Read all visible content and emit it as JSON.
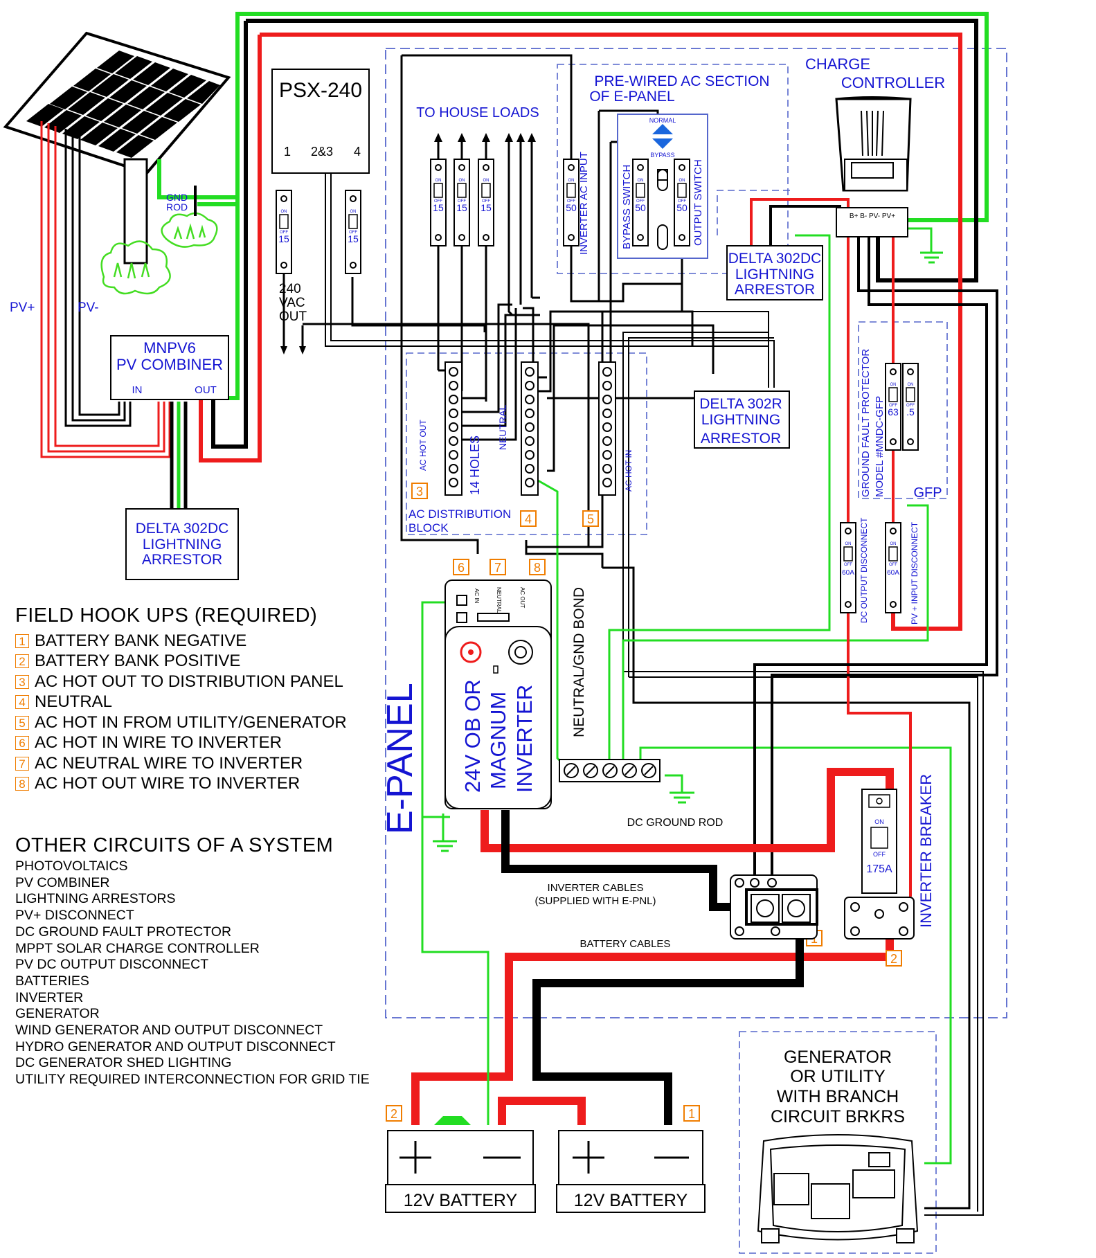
{
  "labels": {
    "psx": "PSX-240",
    "psx_t1": "1",
    "psx_t23": "2&3",
    "psx_t4": "4",
    "vac_240": "240",
    "vac_vac": "VAC",
    "vac_out": "OUT",
    "gnd": "GND",
    "rod": "ROD",
    "pv_plus": "PV+",
    "pv_minus": "PV-",
    "combiner_1": "MNPV6",
    "combiner_2": "PV COMBINER",
    "combiner_in": "IN",
    "combiner_out": "OUT",
    "arrestor_dc_1": "DELTA 302DC",
    "arrestor_2": "LIGHTNING",
    "arrestor_3": "ARRESTOR",
    "arrestor_r_1": "DELTA 302R",
    "house_loads": "TO HOUSE LOADS",
    "prewired_1": "PRE-WIRED AC SECTION",
    "prewired_2": "OF E-PANEL",
    "normal": "NORMAL",
    "bypass": "BYPASS",
    "charge_1": "CHARGE",
    "charge_2": "CONTROLLER",
    "cc_terminals": "B+ B- PV- PV+",
    "inv_ac_input": "INVERTER AC INPUT",
    "bypass_switch": "BYPASS SWITCH",
    "output_switch": "OUTPUT SWITCH",
    "ac_hot_out": "AC HOT OUT",
    "holes_14": "14 HOLES",
    "neutral": "NEUTRAL",
    "ac_hot_in": "AC HOT IN",
    "ac_dist_1": "AC DISTRIBUTION",
    "ac_dist_2": "BLOCK",
    "gfp_side_1": "GROUND FAULT PROTECTOR",
    "gfp_side_2": "MODEL #MNDC-GFP",
    "gfp": "GFP",
    "dc_out_disc": "DC OUTPUT DISCONNECT",
    "pv_in_disc": "PV + INPUT DISCONNECT",
    "ac_in": "AC IN",
    "neutral_small": "NEUTRAL",
    "ac_out": "AC OUT",
    "inv_1": "24V OB OR",
    "inv_2": "MAGNUM",
    "inv_3": "INVERTER",
    "neutral_gnd_bond": "NEUTRAL/GND BOND",
    "e_panel": "E-PANEL",
    "dc_ground_rod": "DC GROUND ROD",
    "inv_cables_1": "INVERTER CABLES",
    "inv_cables_2": "(SUPPLIED WITH E-PNL)",
    "battery_cables": "BATTERY CABLES",
    "inverter_breaker": "INVERTER BREAKER",
    "brk_175": "175A",
    "gen_1": "GENERATOR",
    "gen_2": "OR UTILITY",
    "gen_3": "WITH BRANCH",
    "gen_4": "CIRCUIT BRKRS",
    "battery_1": "12V BATTERY",
    "battery_2": "12V BATTERY",
    "on": "ON",
    "off": "OFF",
    "brk_15": "15",
    "brk_50": "50",
    "brk_63": "63",
    "brk_half": ".5",
    "brk_60a": "60A"
  },
  "markers": [
    "1",
    "2",
    "3",
    "4",
    "5",
    "6",
    "7",
    "8"
  ],
  "field_hookups": {
    "title": "FIELD HOOK UPS (REQUIRED)",
    "items": [
      {
        "num": "1",
        "text": "BATTERY BANK NEGATIVE"
      },
      {
        "num": "2",
        "text": "BATTERY BANK POSITIVE"
      },
      {
        "num": "3",
        "text": "AC HOT OUT TO DISTRIBUTION PANEL"
      },
      {
        "num": "4",
        "text": "NEUTRAL"
      },
      {
        "num": "5",
        "text": "AC HOT IN FROM UTILITY/GENERATOR"
      },
      {
        "num": "6",
        "text": "AC HOT IN WIRE TO INVERTER"
      },
      {
        "num": "7",
        "text": "AC NEUTRAL WIRE TO INVERTER"
      },
      {
        "num": "8",
        "text": "AC HOT OUT WIRE TO INVERTER"
      }
    ]
  },
  "other_circuits": {
    "title": "OTHER CIRCUITS OF A SYSTEM",
    "items": [
      "PHOTOVOLTAICS",
      "PV COMBINER",
      "LIGHTNING ARRESTORS",
      "PV+ DISCONNECT",
      "DC GROUND FAULT PROTECTOR",
      "MPPT SOLAR CHARGE CONTROLLER",
      "PV DC OUTPUT DISCONNECT",
      "BATTERIES",
      "INVERTER",
      "GENERATOR",
      "WIND GENERATOR AND OUTPUT DISCONNECT",
      "HYDRO GENERATOR AND OUTPUT DISCONNECT",
      "DC GENERATOR SHED LIGHTING",
      "UTILITY REQUIRED INTERCONNECTION FOR GRID TIE"
    ]
  },
  "colors": {
    "wire_red": "#ee1c1c",
    "wire_green": "#22dd22",
    "wire_black": "#000000",
    "label_blue": "#1414d2",
    "marker_orange": "#f07d00",
    "panel_dash": "#5566cc"
  }
}
